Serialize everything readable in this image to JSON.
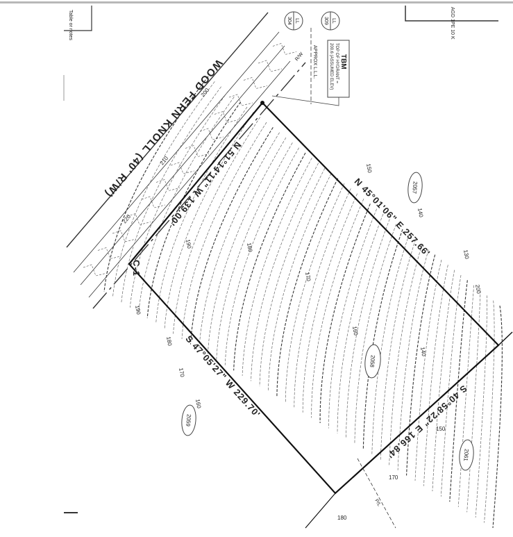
{
  "street": {
    "name": "WOOD FERN KNOLL (40' R/W)"
  },
  "bearings": {
    "northwest": "N 51°14'11\" W   139.00'",
    "northeast": "N 45°01'06\" E   257.66'",
    "southwest": "S 47°05'27\" W   229.70'",
    "southeast": "S 40°58'22\" E   166.84'"
  },
  "lots": [
    {
      "number": "2057"
    },
    {
      "number": "2058"
    },
    {
      "number": "2059"
    },
    {
      "number": "2061"
    }
  ],
  "benchmark": {
    "title": "TBM",
    "line1": "TOP OF HYDRANT =",
    "line2": "200.6 (ASSUMED ELEV)"
  },
  "line_labels": {
    "approx": "APPROX L.L.L.",
    "curve": "C-1",
    "rw": "R/W",
    "pl": "P/L"
  },
  "land_lots": [
    {
      "top": "LL",
      "bottom": "304"
    },
    {
      "top": "LL",
      "bottom": "309"
    }
  ],
  "contour_labels": [
    "220",
    "210",
    "200",
    "190",
    "180",
    "170",
    "160",
    "150",
    "140",
    "130",
    "200",
    "190",
    "180",
    "170",
    "160",
    "150",
    "140",
    "170",
    "180"
  ],
  "corner_notes": {
    "left": "Table or notes",
    "right": "AGD 1PE 10 K"
  }
}
